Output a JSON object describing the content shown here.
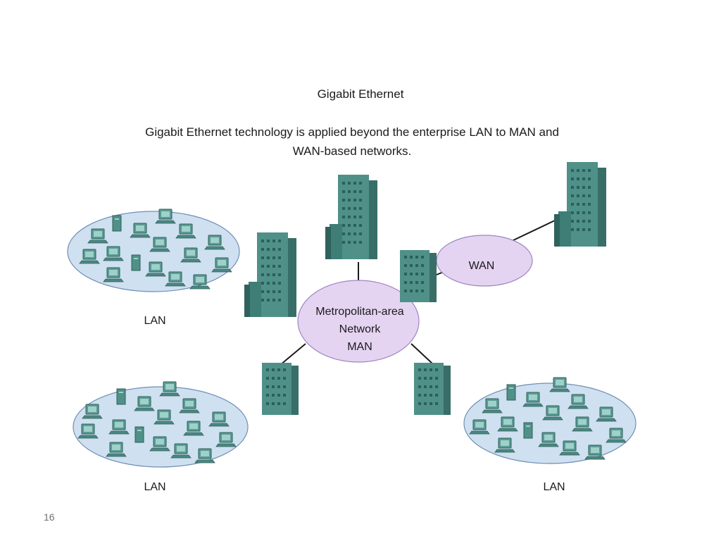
{
  "title": "Gigabit Ethernet",
  "subtitle": "Gigabit Ethernet technology is applied beyond the enterprise LAN to MAN and WAN-based networks.",
  "nodes": {
    "man": [
      "Metropolitan-area",
      "Network",
      "MAN"
    ],
    "wan": "WAN",
    "lan_top_left": "LAN",
    "lan_bottom_left": "LAN",
    "lan_bottom_right": "LAN"
  },
  "icons": {
    "building": "building-icon",
    "computer": "computer-icon",
    "server": "server-icon"
  },
  "colors": {
    "ellipse_lan": "#cfe0f0",
    "ellipse_lan_stroke": "#6f8fb5",
    "ellipse_man": "#e4d4f2",
    "ellipse_man_stroke": "#9d86c0",
    "building_front": "#4f9088",
    "building_side": "#386e68",
    "window": "#2b5f5a",
    "computer": "#5a9b95"
  },
  "page_number": "16"
}
